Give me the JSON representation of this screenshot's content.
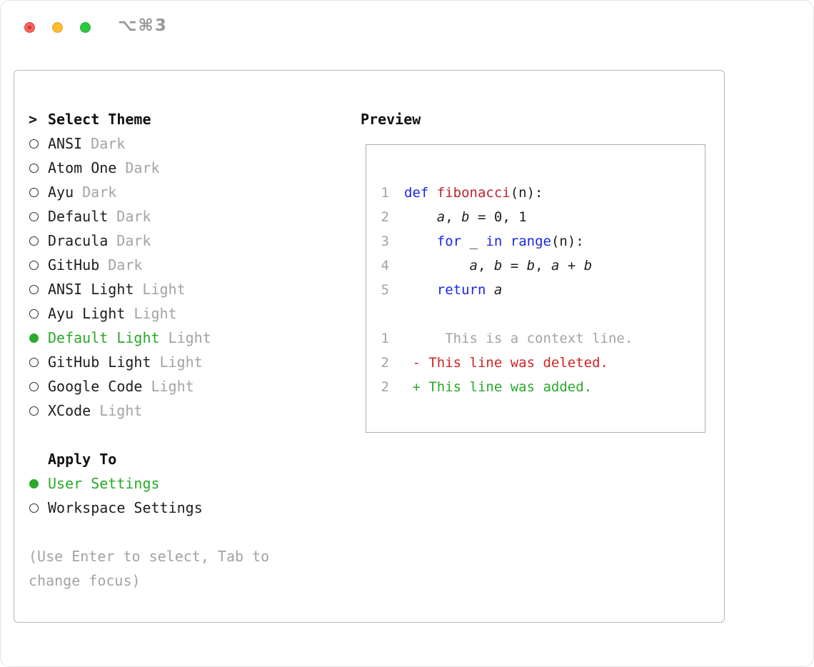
{
  "window": {
    "shortcut": "⌥⌘3"
  },
  "colors": {
    "accent_green": "#2aa82a",
    "keyword_blue": "#1a26e8",
    "function_red": "#bf2330",
    "deleted_red": "#cf2424",
    "muted_gray": "#a3a3a3",
    "text": "#1d1d1f",
    "traffic_red": "#ff5f57",
    "traffic_yellow": "#febc2e",
    "traffic_green": "#28c840"
  },
  "theme_selector": {
    "prompt": ">",
    "title": "Select Theme",
    "items": [
      {
        "name": "ANSI",
        "variant": "Dark",
        "selected": false
      },
      {
        "name": "Atom One",
        "variant": "Dark",
        "selected": false
      },
      {
        "name": "Ayu",
        "variant": "Dark",
        "selected": false
      },
      {
        "name": "Default",
        "variant": "Dark",
        "selected": false
      },
      {
        "name": "Dracula",
        "variant": "Dark",
        "selected": false
      },
      {
        "name": "GitHub",
        "variant": "Dark",
        "selected": false
      },
      {
        "name": "ANSI Light",
        "variant": "Light",
        "selected": false
      },
      {
        "name": "Ayu Light",
        "variant": "Light",
        "selected": false
      },
      {
        "name": "Default Light",
        "variant": "Light",
        "selected": true
      },
      {
        "name": "GitHub Light",
        "variant": "Light",
        "selected": false
      },
      {
        "name": "Google Code",
        "variant": "Light",
        "selected": false
      },
      {
        "name": "XCode",
        "variant": "Light",
        "selected": false
      }
    ]
  },
  "apply_to": {
    "title": "Apply To",
    "options": [
      {
        "label": "User Settings",
        "selected": true
      },
      {
        "label": "Workspace Settings",
        "selected": false
      }
    ]
  },
  "hint": "(Use Enter to select, Tab to change focus)",
  "preview": {
    "title": "Preview",
    "code_lines": [
      {
        "num": "1",
        "tokens": [
          {
            "t": "def",
            "c": "kw"
          },
          {
            "t": " ",
            "c": "p"
          },
          {
            "t": "fibonacci",
            "c": "fn"
          },
          {
            "t": "(n):",
            "c": "p"
          }
        ]
      },
      {
        "num": "2",
        "tokens": [
          {
            "t": "    ",
            "c": "p"
          },
          {
            "t": "a",
            "c": "v"
          },
          {
            "t": ", ",
            "c": "p"
          },
          {
            "t": "b",
            "c": "v"
          },
          {
            "t": " = 0, 1",
            "c": "p"
          }
        ]
      },
      {
        "num": "3",
        "tokens": [
          {
            "t": "    ",
            "c": "p"
          },
          {
            "t": "for",
            "c": "kw"
          },
          {
            "t": " _ ",
            "c": "p"
          },
          {
            "t": "in",
            "c": "kw"
          },
          {
            "t": " ",
            "c": "p"
          },
          {
            "t": "range",
            "c": "kw"
          },
          {
            "t": "(n):",
            "c": "p"
          }
        ]
      },
      {
        "num": "4",
        "tokens": [
          {
            "t": "        ",
            "c": "p"
          },
          {
            "t": "a",
            "c": "v"
          },
          {
            "t": ", ",
            "c": "p"
          },
          {
            "t": "b",
            "c": "v"
          },
          {
            "t": " = ",
            "c": "p"
          },
          {
            "t": "b",
            "c": "v"
          },
          {
            "t": ", ",
            "c": "p"
          },
          {
            "t": "a",
            "c": "v"
          },
          {
            "t": " + ",
            "c": "p"
          },
          {
            "t": "b",
            "c": "v"
          }
        ]
      },
      {
        "num": "5",
        "tokens": [
          {
            "t": "    ",
            "c": "p"
          },
          {
            "t": "return",
            "c": "kw"
          },
          {
            "t": " ",
            "c": "p"
          },
          {
            "t": "a",
            "c": "v"
          }
        ]
      }
    ],
    "diff_lines": [
      {
        "num": "1",
        "text": "     This is a context line.",
        "type": "context"
      },
      {
        "num": "2",
        "text": " - This line was deleted.",
        "type": "deleted"
      },
      {
        "num": "2",
        "text": " + This line was added.",
        "type": "added"
      }
    ]
  }
}
